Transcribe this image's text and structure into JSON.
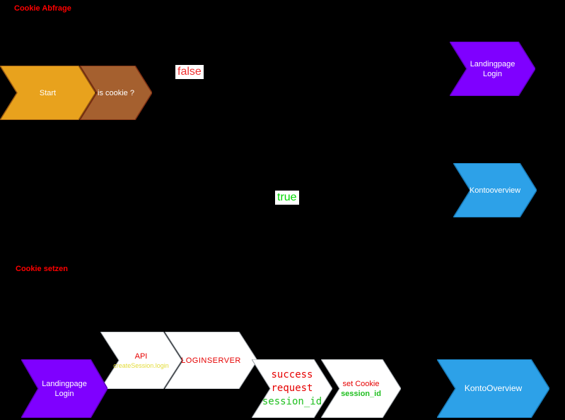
{
  "sections": {
    "cookie_abfrage": "Cookie Abfrage",
    "cookie_setzen": "Cookie setzen"
  },
  "branches": {
    "false_label": "false",
    "true_label": "true"
  },
  "nodes": {
    "start": {
      "label": "Start"
    },
    "is_cookie": {
      "label": "is cookie ?"
    },
    "landingpage_top": {
      "label": "Landingpage\nLogin"
    },
    "kontooverview_right": {
      "label": "Kontooverview"
    },
    "landingpage_bottom": {
      "label": "Landingpage\nLogin"
    },
    "api": {
      "title": "API",
      "subtitle": "createSession.login"
    },
    "loginserver": {
      "label": "LOGINSERVER"
    },
    "session_response": {
      "line1": "success",
      "line2": "request",
      "line3": "session_id"
    },
    "set_cookie": {
      "line1": "set Cookie",
      "line2": "session_id"
    },
    "kontooverview_bottom": {
      "label": "KontoOverview"
    }
  },
  "colors": {
    "background": "#000000",
    "orange_node": "#E8A21D",
    "brown_node": "#A5602F",
    "purple_node": "#7F00FF",
    "blue_node": "#2DA1E8",
    "white_node": "#FFFFFF",
    "red_text": "#E60000",
    "green_text": "#1FBF1F",
    "yellow_text": "#E3DC3A",
    "false_text": "#F03030",
    "true_text": "#00D800"
  }
}
